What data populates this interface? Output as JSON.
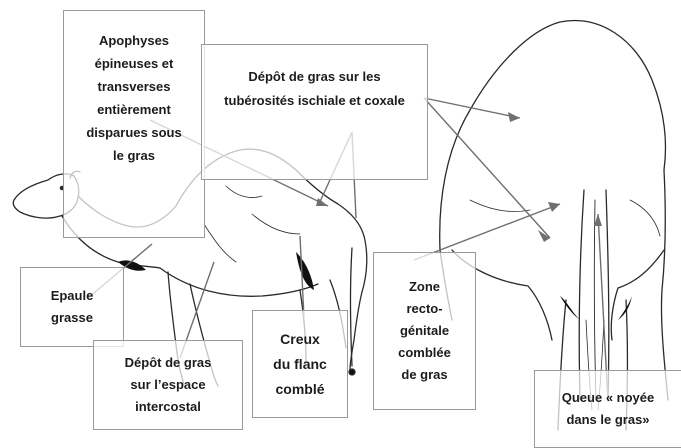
{
  "labels": {
    "apophyses": "Apophyses\népineuses et\ntransverses\nentièrement\ndisparues sous\nle gras",
    "depot_tuberosites": "Dépôt de gras sur les\ntubérosités ischiale et coxale",
    "epaule": "Epaule\ngrasse",
    "intercostal": "Dépôt de gras\nsur l’espace\nintercostal",
    "creux_flanc": "Creux\ndu flanc\ncomblé",
    "zone_recto": "Zone\nrecto-\ngénitale\ncomblée\nde gras",
    "queue": "Queue « noyée\ndans le gras»"
  },
  "colors": {
    "line": "#2a2a2a",
    "fat_shading": "#111111",
    "box_border": "#9a9a9a"
  }
}
